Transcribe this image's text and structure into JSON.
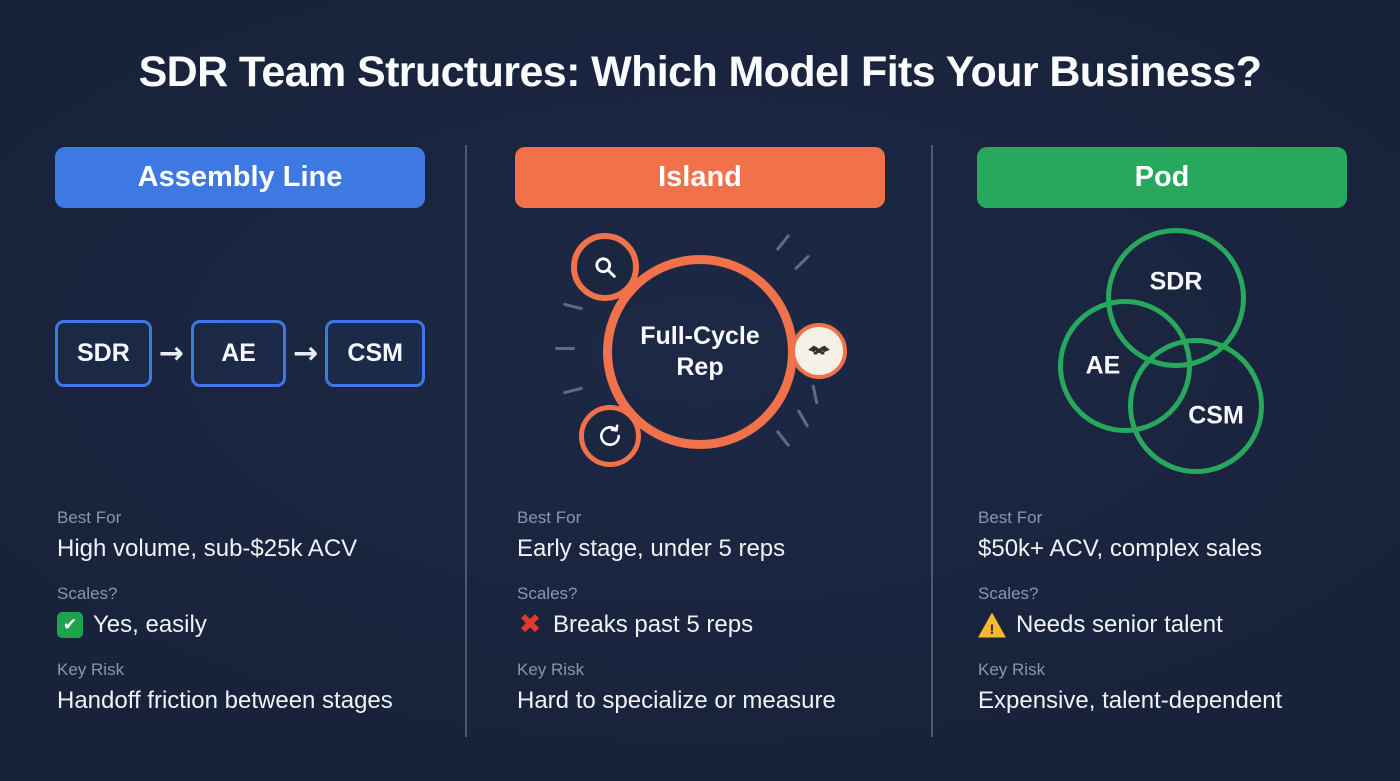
{
  "title": "SDR Team Structures: Which Model Fits Your Business?",
  "labels": {
    "best_for": "Best For",
    "scales": "Scales?",
    "key_risk": "Key Risk"
  },
  "icons": {
    "arrow_right": "→",
    "check": "✔",
    "cross": "✖",
    "warning_mark": "!"
  },
  "colors": {
    "background": "#18223A",
    "assembly_blue": "#3D78E3",
    "island_orange": "#F0714A",
    "pod_green": "#27A85C",
    "check_green": "#21A24E",
    "cross_red": "#E33A2E",
    "warning_yellow": "#F5B82E",
    "label_gray": "#8C96AB",
    "divider_gray": "#4E5A70"
  },
  "columns": [
    {
      "name": "Assembly Line",
      "diagram": {
        "type": "pipeline",
        "stages": [
          "SDR",
          "AE",
          "CSM"
        ]
      },
      "best_for": "High volume, sub-$25k ACV",
      "scales": "Yes, easily",
      "scales_icon": "check-green",
      "key_risk": "Handoff friction between stages"
    },
    {
      "name": "Island",
      "diagram": {
        "type": "hub",
        "center_label": "Full-Cycle Rep",
        "satellite_icons": [
          "search-icon",
          "handshake-icon",
          "refresh-icon"
        ]
      },
      "best_for": "Early stage, under 5 reps",
      "scales": "Breaks past 5 reps",
      "scales_icon": "cross-red",
      "key_risk": "Hard to specialize or measure"
    },
    {
      "name": "Pod",
      "diagram": {
        "type": "venn",
        "circles": [
          "SDR",
          "AE",
          "CSM"
        ]
      },
      "best_for": "$50k+ ACV, complex sales",
      "scales": "Needs senior talent",
      "scales_icon": "warning-yellow",
      "key_risk": "Expensive, talent-dependent"
    }
  ]
}
